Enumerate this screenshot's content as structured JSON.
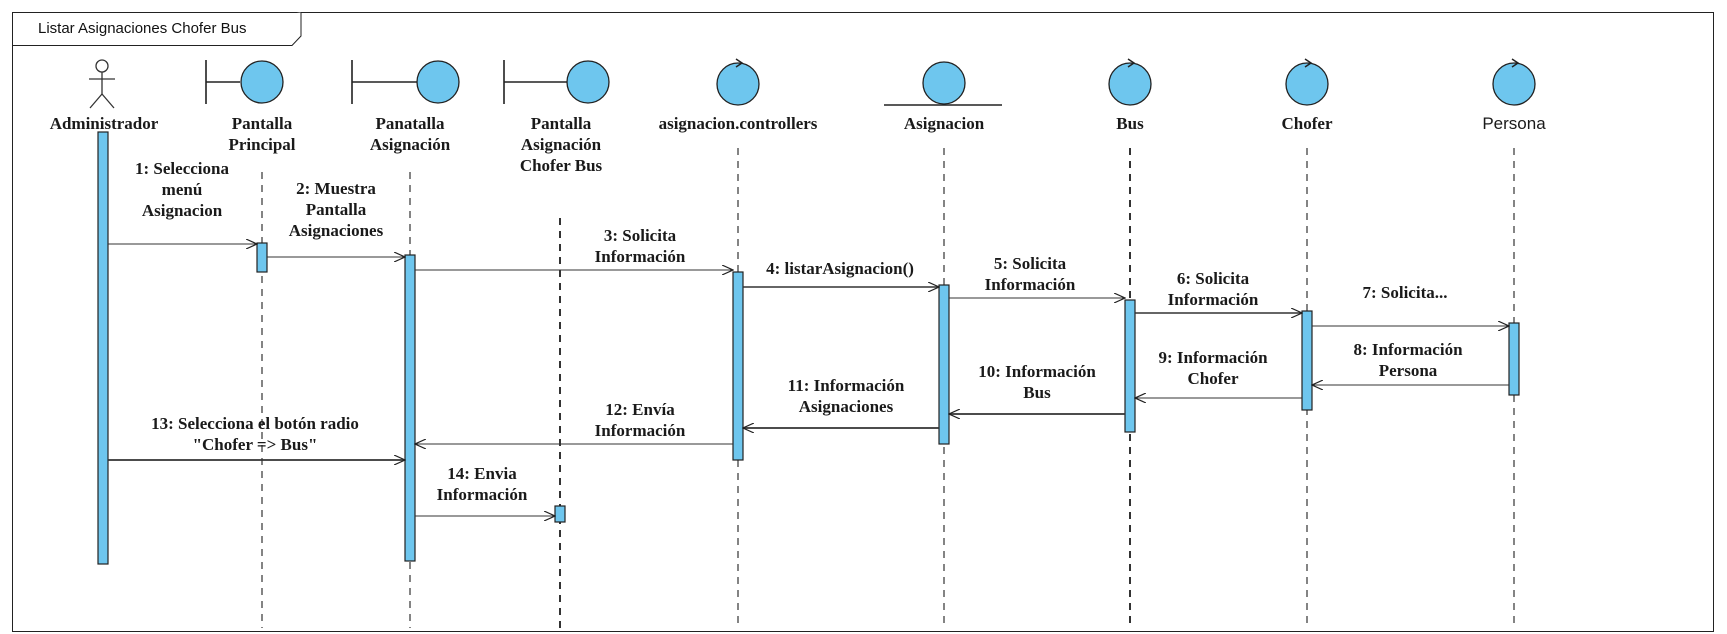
{
  "frame": {
    "title": "Listar Asignaciones Chofer Bus"
  },
  "lifelines": [
    {
      "id": "administrador",
      "kind": "actor",
      "name": "Administrador"
    },
    {
      "id": "pantalla-principal",
      "kind": "boundary",
      "name": "Pantalla\nPrincipal"
    },
    {
      "id": "panatalla-asignacion",
      "kind": "boundary",
      "name": "Panatalla\nAsignación"
    },
    {
      "id": "pantalla-asignacion-chofer-bus",
      "kind": "boundary",
      "name": "Pantalla\nAsignación\nChofer Bus"
    },
    {
      "id": "asignacion-controllers",
      "kind": "control",
      "name": "asignacion.controllers"
    },
    {
      "id": "asignacion",
      "kind": "entity",
      "name": "Asignacion"
    },
    {
      "id": "bus",
      "kind": "control",
      "name": "Bus"
    },
    {
      "id": "chofer",
      "kind": "control",
      "name": "Chofer"
    },
    {
      "id": "persona",
      "kind": "control",
      "name": "Persona"
    }
  ],
  "messages": [
    {
      "num": 1,
      "label": "1: Selecciona\nmenú\nAsignacion"
    },
    {
      "num": 2,
      "label": "2: Muestra\nPantalla\nAsignaciones"
    },
    {
      "num": 3,
      "label": "3: Solicita\nInformación"
    },
    {
      "num": 4,
      "label": "4: listarAsignacion()"
    },
    {
      "num": 5,
      "label": "5: Solicita\nInformación"
    },
    {
      "num": 6,
      "label": "6: Solicita\nInformación"
    },
    {
      "num": 7,
      "label": "7: Solicita..."
    },
    {
      "num": 8,
      "label": "8: Información\nPersona"
    },
    {
      "num": 9,
      "label": "9: Información\nChofer"
    },
    {
      "num": 10,
      "label": "10: Información\nBus"
    },
    {
      "num": 11,
      "label": "11: Información\nAsignaciones"
    },
    {
      "num": 12,
      "label": "12: Envía\nInformación"
    },
    {
      "num": 13,
      "label": "13: Selecciona el botón radio\n\"Chofer => Bus\""
    },
    {
      "num": 14,
      "label": "14: Envia\nInformación"
    }
  ],
  "colors": {
    "activation": "#6ec6ee",
    "shape_fill": "#6ec6ee",
    "line": "#222222"
  }
}
